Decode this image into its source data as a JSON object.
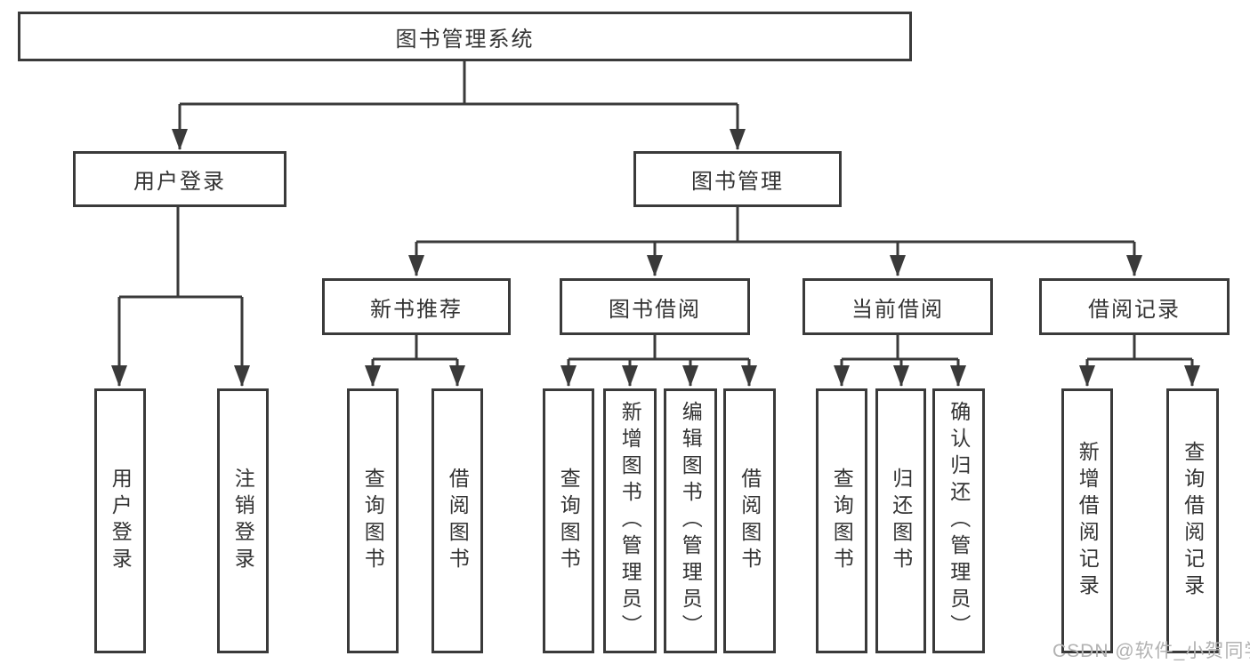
{
  "colors": {
    "line": "#3a3a3a",
    "text": "#333333",
    "background": "#ffffff",
    "watermark": "#b2b2b2"
  },
  "watermark": {
    "text": "CSDN @软件_小贺同学"
  },
  "diagram": {
    "root": {
      "label": "图书管理系统"
    },
    "branches": [
      {
        "label": "用户登录",
        "children": [
          "用户登录",
          "注销登录"
        ]
      },
      {
        "label": "图书管理",
        "modules": [
          {
            "label": "新书推荐",
            "children": [
              "查询图书",
              "借阅图书"
            ]
          },
          {
            "label": "图书借阅",
            "children": [
              "查询图书",
              "新增图书（管理员）",
              "编辑图书（管理员）",
              "借阅图书"
            ]
          },
          {
            "label": "当前借阅",
            "children": [
              "查询图书",
              "归还图书",
              "确认归还（管理员）"
            ]
          },
          {
            "label": "借阅记录",
            "children": [
              "新增借阅记录",
              "查询借阅记录"
            ]
          }
        ]
      }
    ]
  }
}
